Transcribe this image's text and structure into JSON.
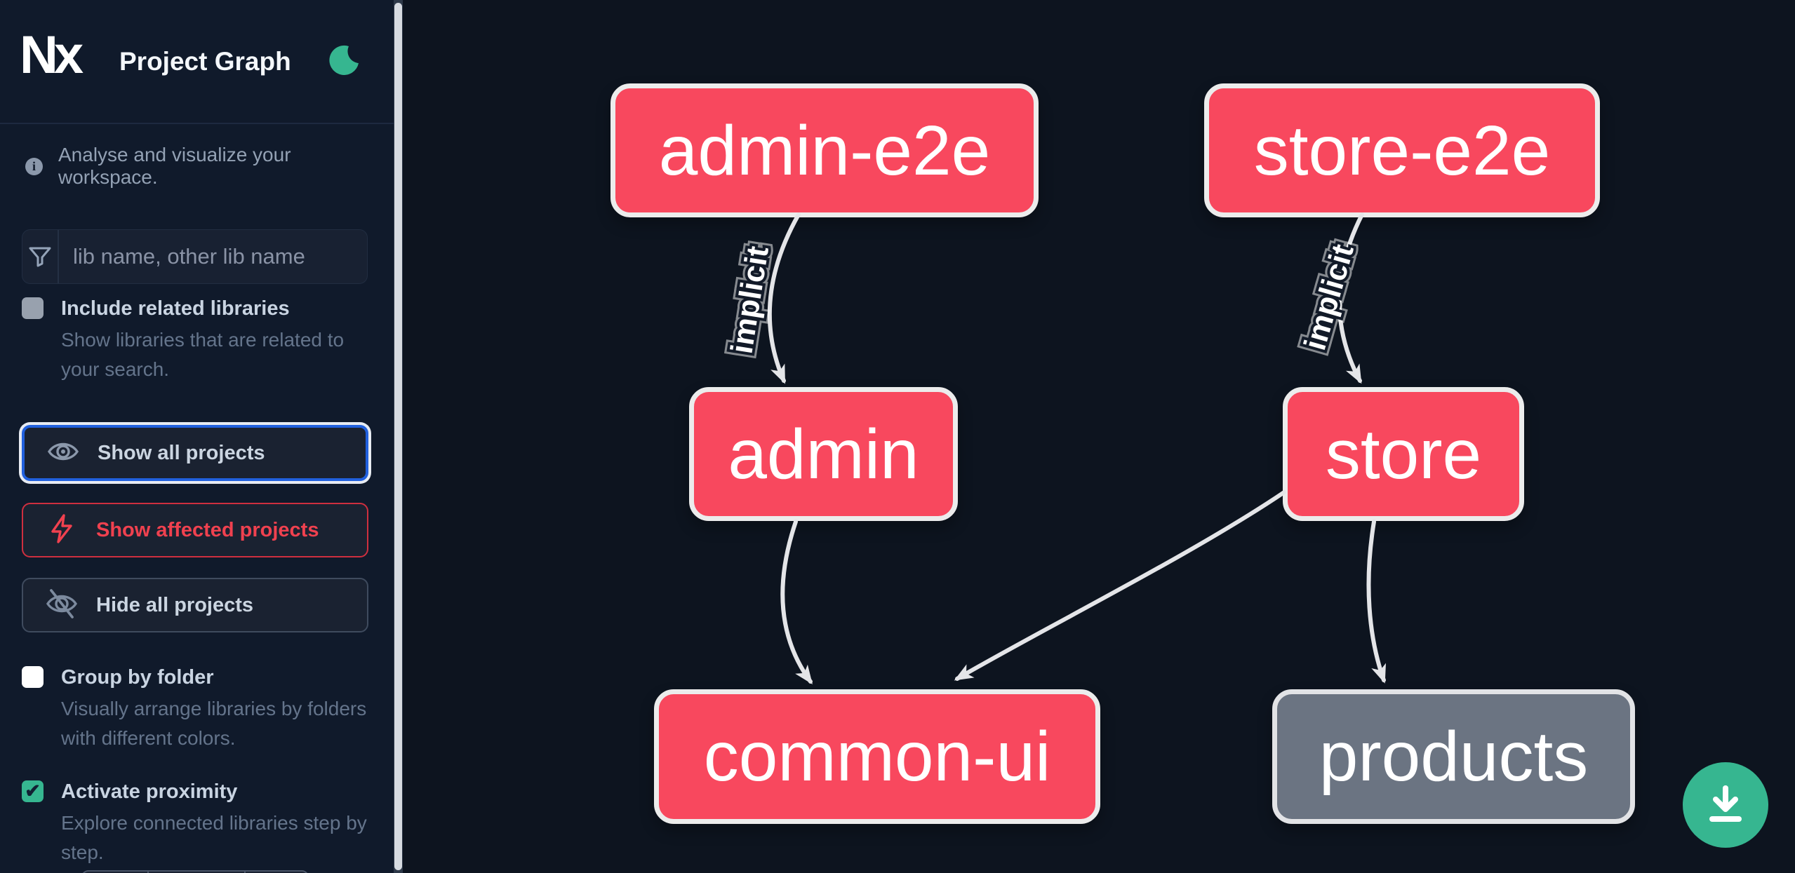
{
  "app": {
    "logo_text": "Nx",
    "title": "Project Graph",
    "tagline": "Analyse and visualize your workspace."
  },
  "sidebar": {
    "search": {
      "placeholder": "lib name, other lib name"
    },
    "include_related": {
      "label": "Include related libraries",
      "description": "Show libraries that are related to your search.",
      "checked": false
    },
    "buttons": {
      "show_all": "Show all projects",
      "show_affected": "Show affected projects",
      "hide_all": "Hide all projects"
    },
    "group_by_folder": {
      "label": "Group by folder",
      "description": "Visually arrange libraries by folders with different colors.",
      "checked": false
    },
    "activate_proximity": {
      "label": "Activate proximity",
      "description": "Explore connected libraries step by step.",
      "checked": true,
      "checkmark": "✔"
    }
  },
  "graph": {
    "nodes": [
      {
        "id": "admin-e2e",
        "label": "admin-e2e",
        "kind": "affected"
      },
      {
        "id": "store-e2e",
        "label": "store-e2e",
        "kind": "affected"
      },
      {
        "id": "admin",
        "label": "admin",
        "kind": "affected"
      },
      {
        "id": "store",
        "label": "store",
        "kind": "affected"
      },
      {
        "id": "common-ui",
        "label": "common-ui",
        "kind": "affected"
      },
      {
        "id": "products",
        "label": "products",
        "kind": "normal"
      }
    ],
    "edges": [
      {
        "from": "admin-e2e",
        "to": "admin",
        "label": "implicit"
      },
      {
        "from": "store-e2e",
        "to": "store",
        "label": "implicit"
      },
      {
        "from": "admin",
        "to": "common-ui",
        "label": ""
      },
      {
        "from": "store",
        "to": "common-ui",
        "label": ""
      },
      {
        "from": "store",
        "to": "products",
        "label": ""
      }
    ]
  },
  "colors": {
    "sidebar_bg": "#101a2b",
    "canvas_bg": "#0d141f",
    "node_affected": "#f8485e",
    "node_normal": "#6b7482",
    "accent_green": "#36b690",
    "focus_blue": "#2160dd",
    "alert_red": "#f0414f"
  }
}
